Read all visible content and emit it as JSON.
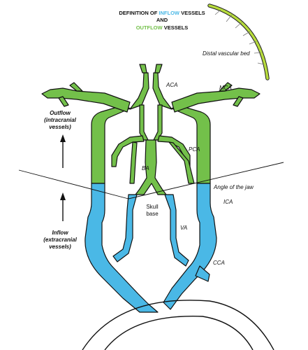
{
  "title": {
    "line1_prefix": "DEFINITION OF ",
    "line1_colored": "INFLOW",
    "line1_suffix": " VESSELS",
    "line2": "AND",
    "line3_colored": "OUTFLOW",
    "line3_suffix": " VESSELS"
  },
  "labels": {
    "distal_bed": "Distal vascular bed",
    "aca": "ACA",
    "mca": "MCA",
    "pca": "PCA",
    "ba": "BA",
    "ica": "ICA",
    "va": "VA",
    "cca": "CCA",
    "skull_line1": "Skull",
    "skull_line2": "base",
    "jaw": "Angle of the jaw",
    "outflow_line1": "Outflow",
    "outflow_line2": "(intracranial",
    "outflow_line3": "vessels)",
    "inflow_line1": "Inflow",
    "inflow_line2": "(extracranial",
    "inflow_line3": "vessels)"
  },
  "colors": {
    "inflow": "#4ab8e6",
    "outflow": "#73c04a",
    "distal_bed": "#b7dc3c",
    "outline": "#111111"
  }
}
